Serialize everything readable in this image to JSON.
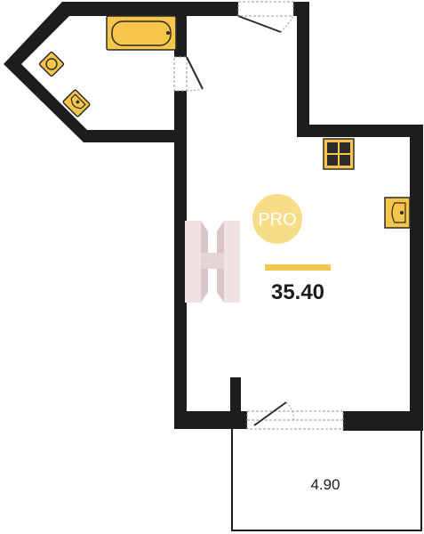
{
  "badge": {
    "text": "PRO"
  },
  "areas": {
    "total": "35.40",
    "balcony": "4.90"
  },
  "colors": {
    "wall": "#1d1d1d",
    "fixture_fill": "#f6c54a",
    "fixture_stroke": "#2b2b2b",
    "badge": "#f8dd88",
    "badge_text": "#ffffff",
    "underline": "#f2c94c",
    "logo_light": "#f1e3e3",
    "logo_dark": "#d9c7c7"
  },
  "icons": {
    "logo": "brand-logo-h",
    "bathtub": "bathtub-icon",
    "toilet": "toilet-icon",
    "washbasin": "washbasin-icon",
    "stove": "stove-icon",
    "kitchen_sink": "kitchen-sink-icon"
  }
}
